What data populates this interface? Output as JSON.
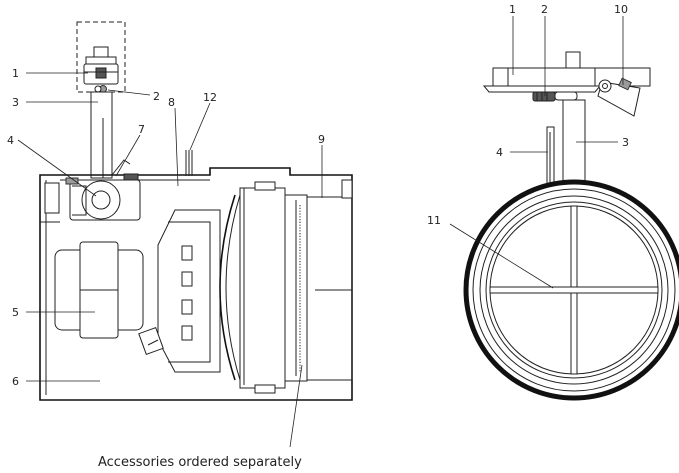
{
  "side_view": {
    "callouts": [
      "1",
      "2",
      "3",
      "4",
      "5",
      "6",
      "7",
      "8",
      "9",
      "12"
    ],
    "note": "Accessories ordered separately"
  },
  "front_view": {
    "callouts": [
      "1",
      "2",
      "10",
      "3",
      "4",
      "11"
    ]
  }
}
